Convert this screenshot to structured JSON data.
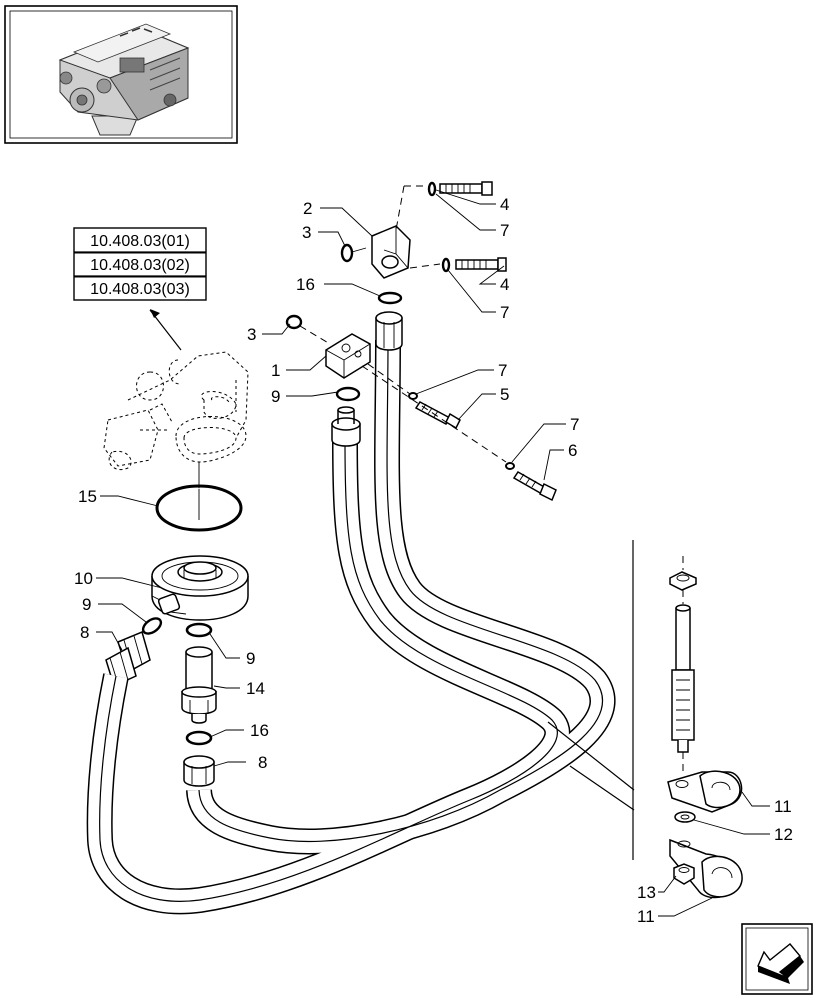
{
  "references": [
    "10.408.03(01)",
    "10.408.03(02)",
    "10.408.03(03)"
  ],
  "callouts": {
    "c1": "1",
    "c2": "2",
    "c3a": "3",
    "c3b": "3",
    "c4a": "4",
    "c4b": "4",
    "c5": "5",
    "c6": "6",
    "c7a": "7",
    "c7b": "7",
    "c7c": "7",
    "c7d": "7",
    "c8a": "8",
    "c8b": "8",
    "c9a": "9",
    "c9b": "9",
    "c9c": "9",
    "c10": "10",
    "c11a": "11",
    "c11b": "11",
    "c12": "12",
    "c13": "13",
    "c14": "14",
    "c15": "15",
    "c16a": "16",
    "c16b": "16"
  },
  "icons": {
    "thumbnail": "engine-thumbnail",
    "navigation": "navigation-arrow-icon"
  }
}
